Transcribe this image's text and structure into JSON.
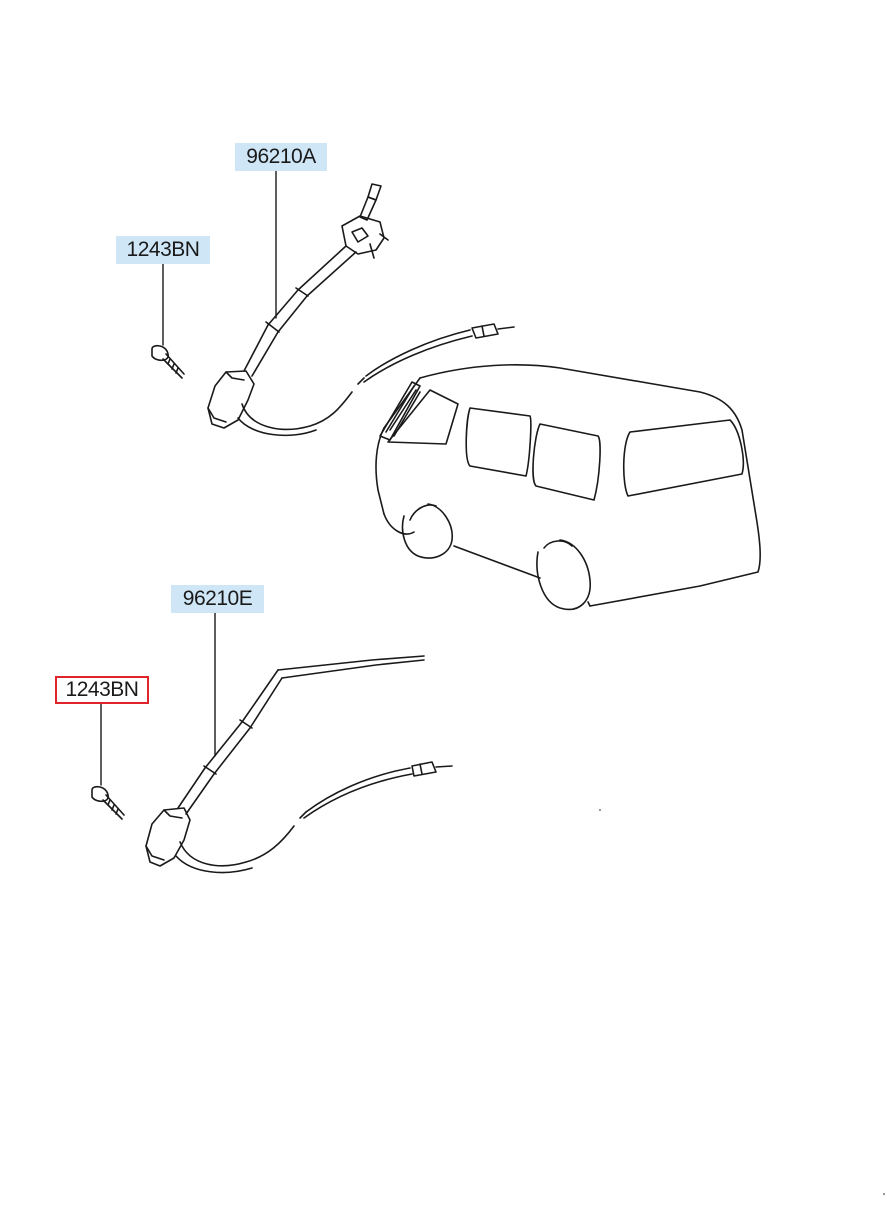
{
  "labels": {
    "part_a": "96210A",
    "screw_top": "1243BN",
    "part_e": "96210E",
    "screw_bottom": "1243BN"
  },
  "selected_label": "screw_bottom",
  "colors": {
    "label_bg": "#cfe6f7",
    "selected_border": "#e0242b",
    "line": "#1a1a1a"
  }
}
